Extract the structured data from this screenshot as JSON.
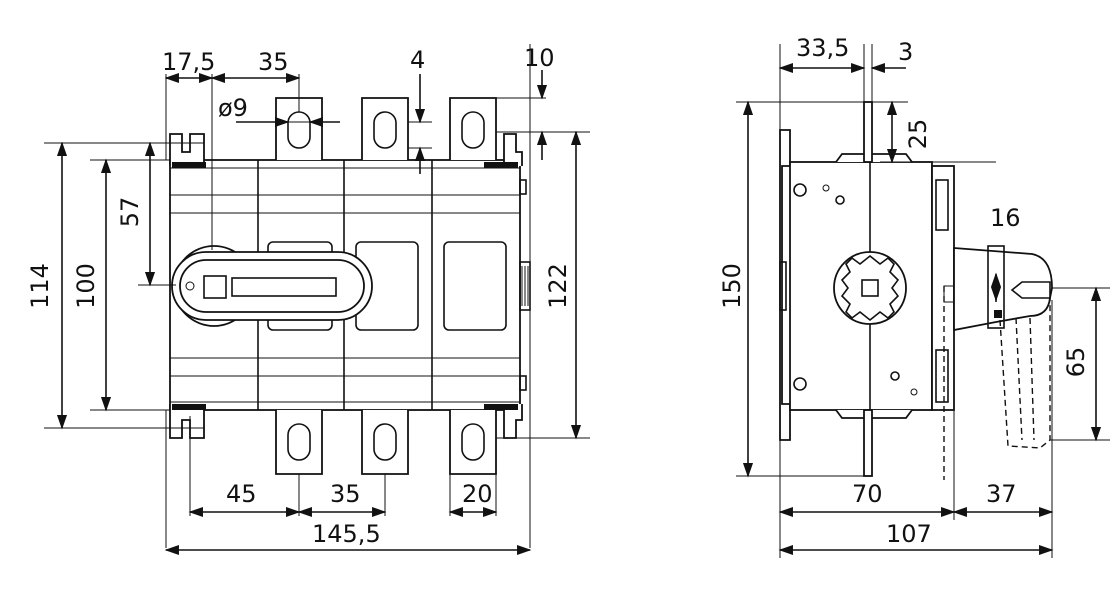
{
  "front_view": {
    "dimensions": {
      "terminal_offset": "17,5",
      "pole_pitch_top": "35",
      "terminal_thickness": "4",
      "terminal_extension": "10",
      "hole_diameter": "ø9",
      "height_114": "114",
      "height_100": "100",
      "height_57": "57",
      "height_122": "122",
      "pitch_45": "45",
      "pitch_35_bottom": "35",
      "terminal_width": "20",
      "total_width": "145,5"
    }
  },
  "side_view": {
    "dimensions": {
      "depth_offset": "33,5",
      "plate_thickness": "3",
      "terminal_height": "25",
      "total_height": "150",
      "handle_width": "16",
      "handle_travel": "65",
      "body_depth": "70",
      "handle_depth": "37",
      "total_depth": "107"
    }
  },
  "colors": {
    "ink": "#111111",
    "paper": "#ffffff"
  }
}
